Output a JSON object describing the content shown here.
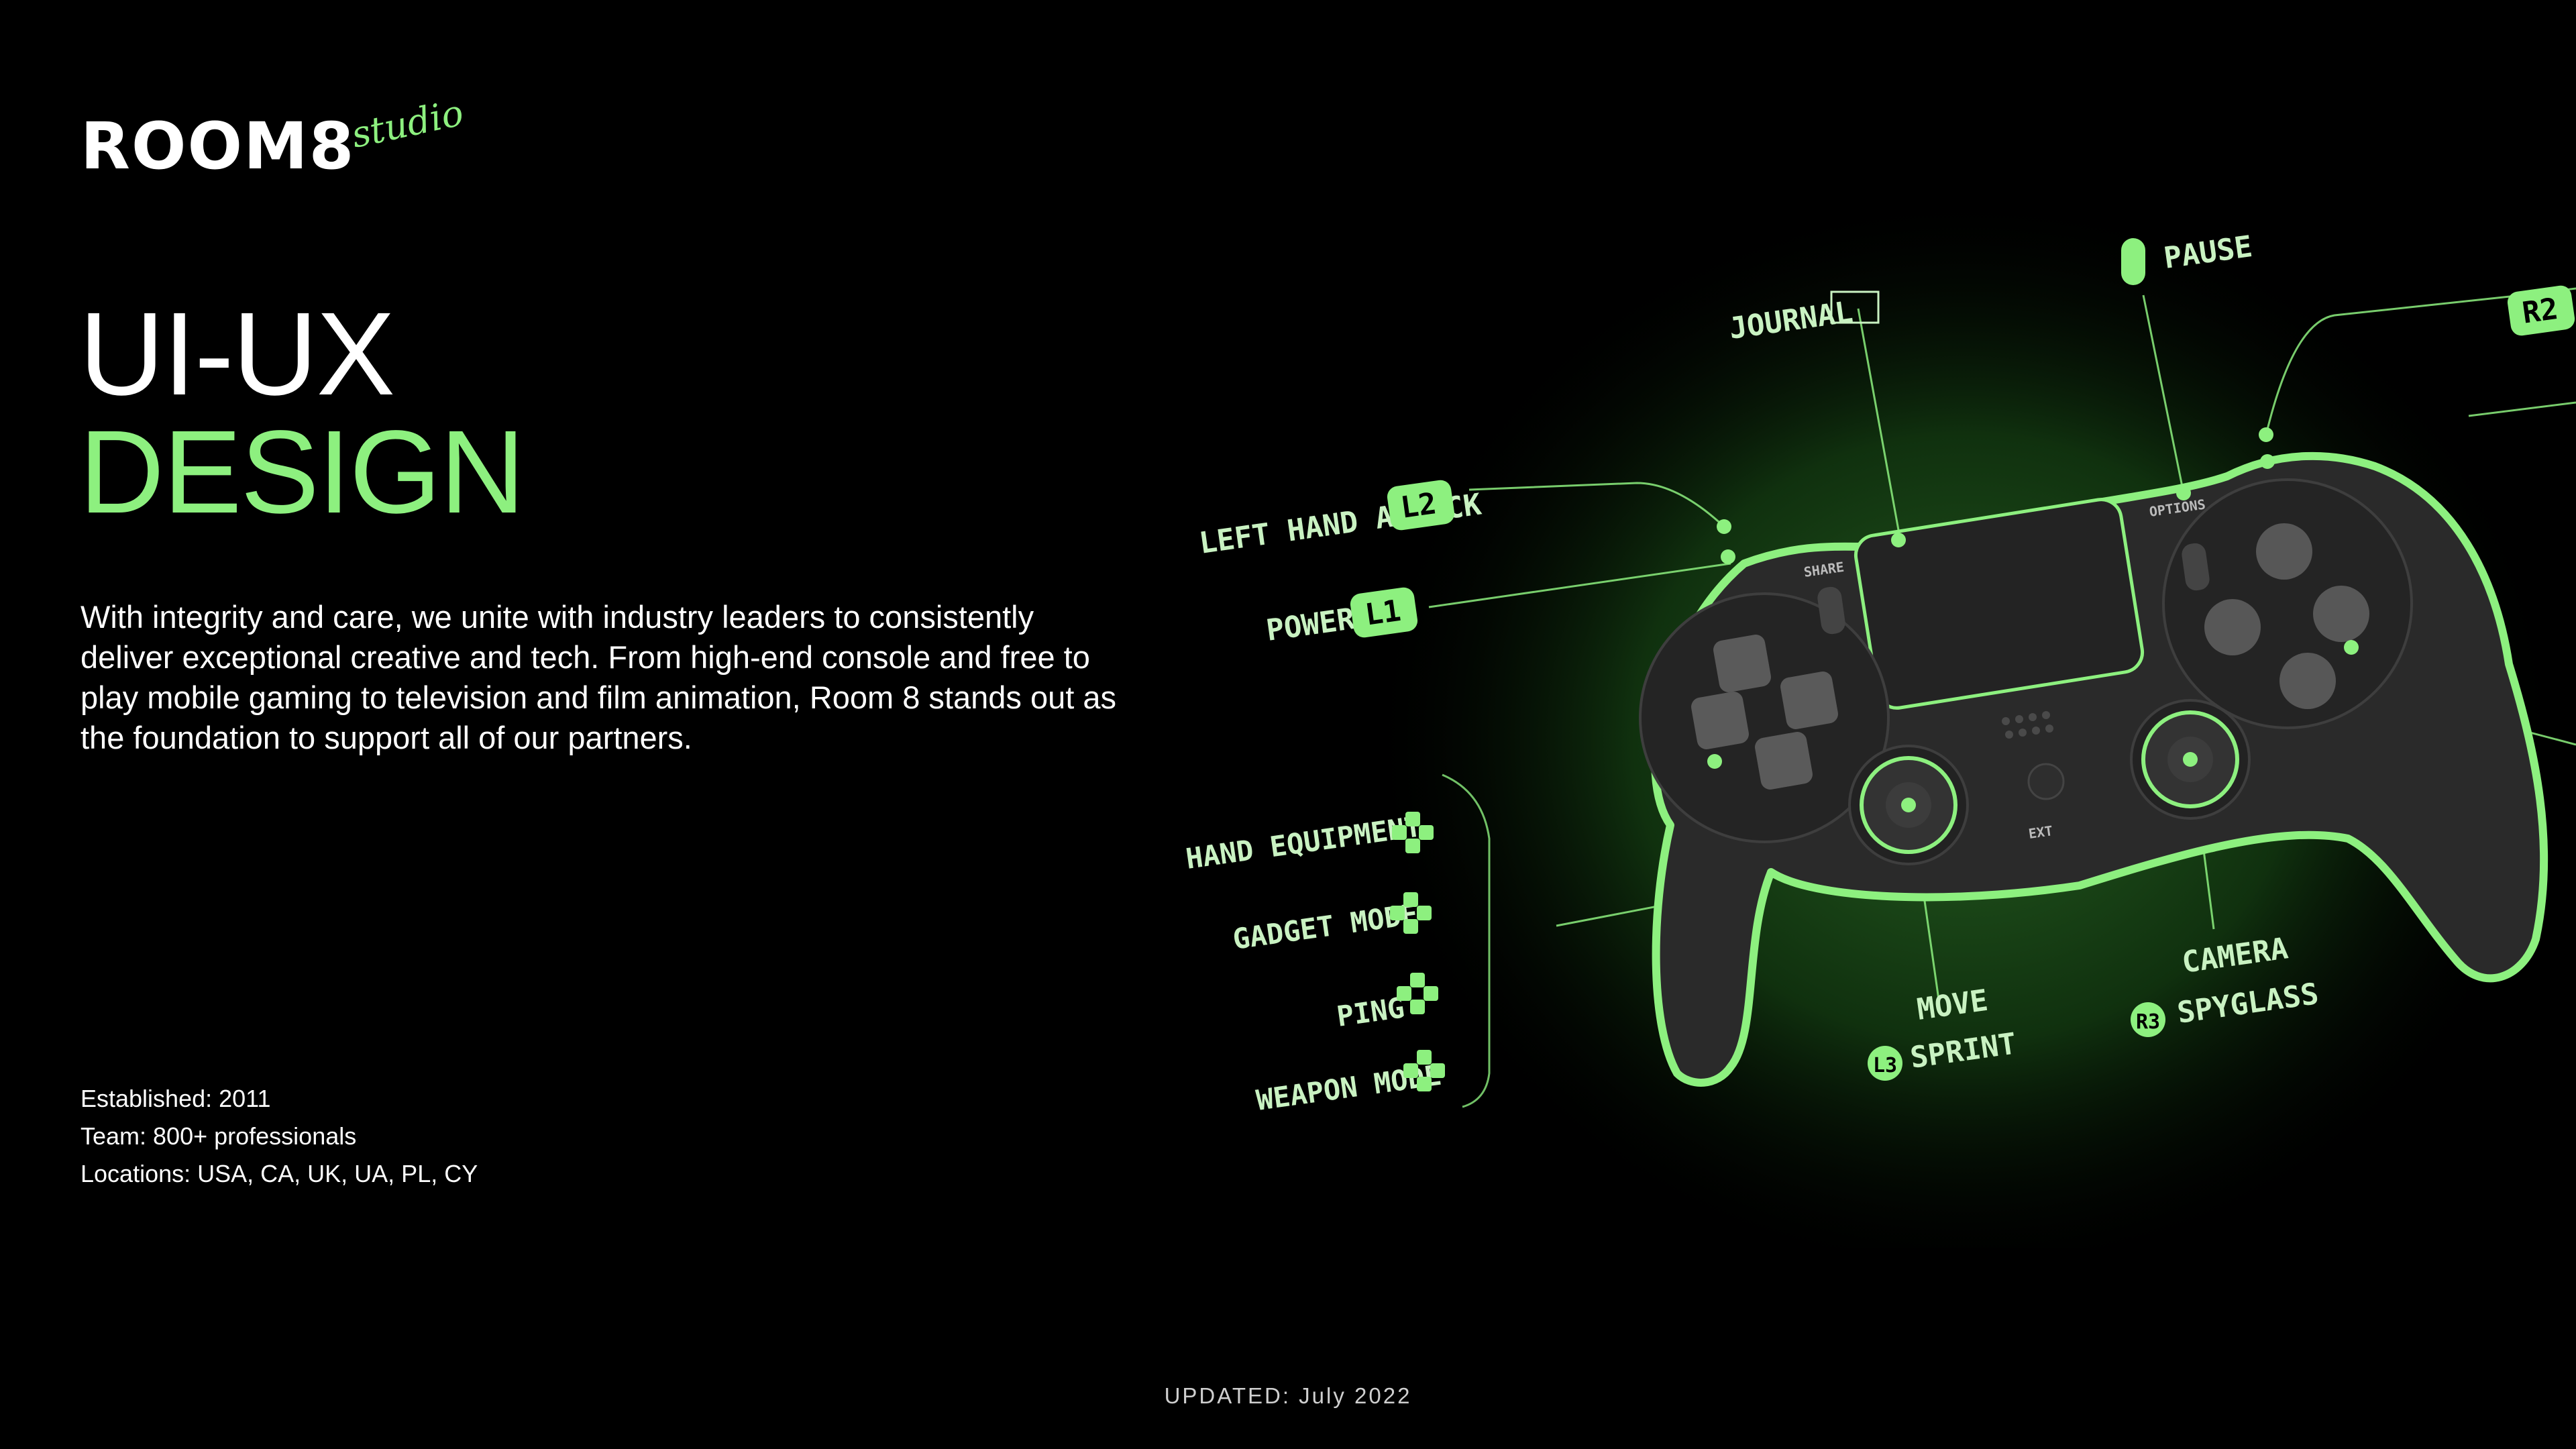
{
  "brand": {
    "name": "ROOM8",
    "sub": "studio"
  },
  "headline": {
    "line1": "UI-UX",
    "line2": "DESIGN"
  },
  "description": "With integrity and care, we unite with industry leaders to consistently deliver exceptional creative and tech. From high-end console and free to play mobile gaming to television and film animation, Room 8 stands out as the foundation to support all of our partners.",
  "facts": [
    "Established: 2011",
    "Team: 800+ professionals",
    "Locations: USA, CA, UK, UA, PL, CY"
  ],
  "updated": "UPDATED: July 2022",
  "controller": {
    "labels": {
      "journal": "JOURNAL",
      "pause": "PAUSE",
      "r2": "R2",
      "left_hand_attack": "LEFT HAND ATTACK",
      "l2": "L2",
      "power": "POWER",
      "l1": "L1",
      "hand_equipment": "HAND EQUIPMENT",
      "gadget_mode": "GADGET MODE",
      "ping": "PING",
      "weapon_mode": "WEAPON MODE",
      "move": "MOVE",
      "l3": "L3",
      "sprint": "SPRINT",
      "camera": "CAMERA",
      "r3": "R3",
      "spyglass": "SPYGLASS",
      "share": "SHARE",
      "options": "OPTIONS",
      "ext": "EXT"
    }
  },
  "colors": {
    "accent": "#8df07f",
    "background": "#000000",
    "controller_body": "#2a2a2a"
  }
}
